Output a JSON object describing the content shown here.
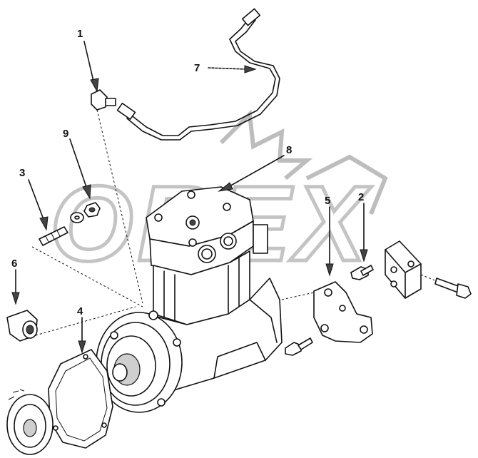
{
  "callouts": [
    {
      "id": "1",
      "label": "1"
    },
    {
      "id": "2",
      "label": "2"
    },
    {
      "id": "3",
      "label": "3"
    },
    {
      "id": "4",
      "label": "4"
    },
    {
      "id": "5",
      "label": "5"
    },
    {
      "id": "6",
      "label": "6"
    },
    {
      "id": "7",
      "label": "7"
    },
    {
      "id": "8",
      "label": "8"
    },
    {
      "id": "9",
      "label": "9"
    }
  ],
  "watermark": {
    "text": "OREX"
  },
  "colors": {
    "ink": "#111111",
    "background": "#ffffff",
    "watermark": "#c4c4c4"
  }
}
